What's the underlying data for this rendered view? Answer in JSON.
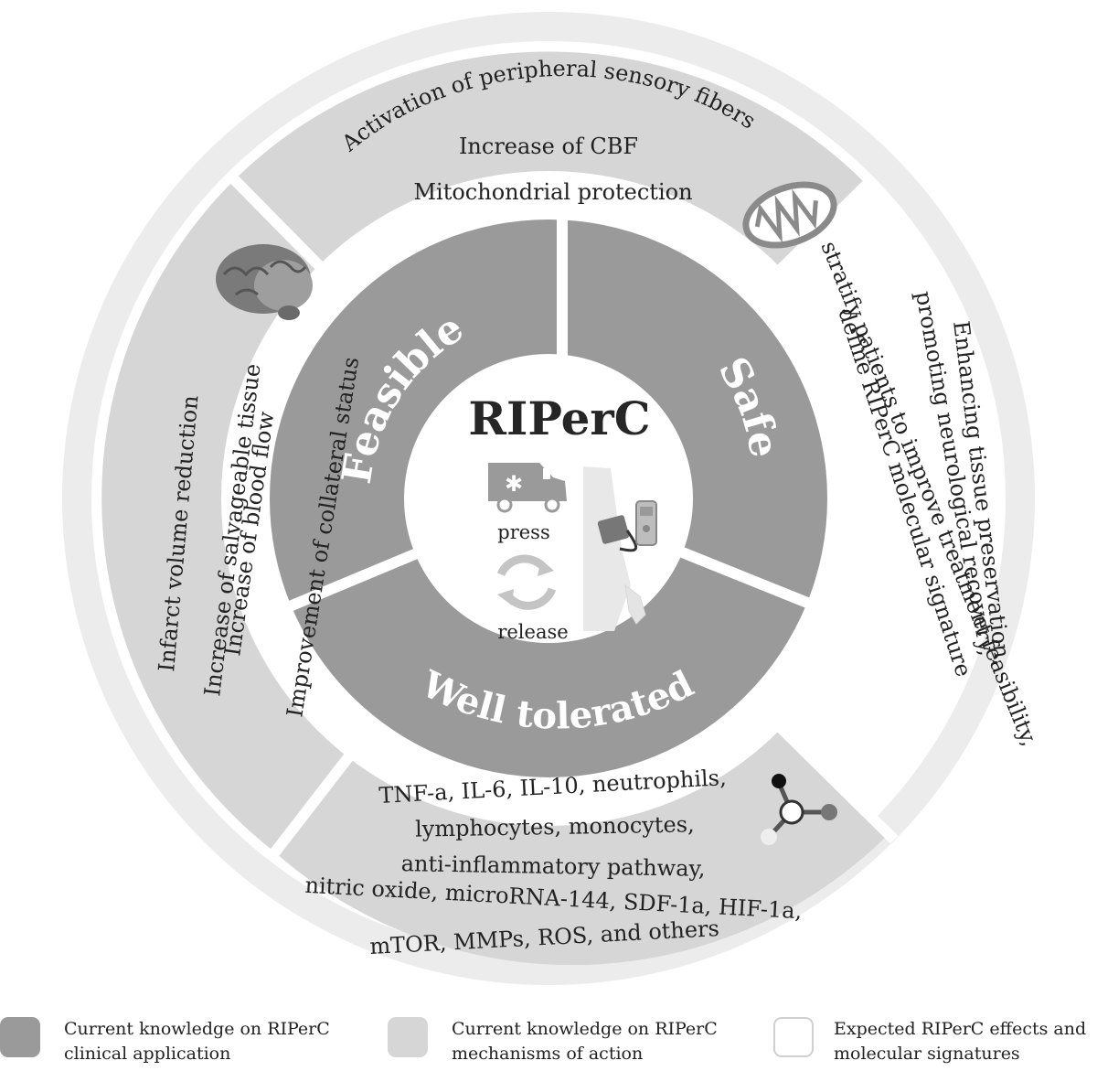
{
  "center": {
    "title": "RIPerC",
    "press_label": "press",
    "release_label": "release",
    "icons": [
      "ambulance-icon",
      "cycle-arrows-icon",
      "arm-cuff-device-icon"
    ]
  },
  "inner_ring": {
    "feasible": "Feasible",
    "safe": "Safe",
    "well_tolerated": "Well tolerated"
  },
  "outer_ring": {
    "top": {
      "lines": [
        "Activation of peripheral sensory fibers",
        "Increase of CBF",
        "Mitochondrial protection"
      ],
      "icon": "mitochondrion-icon"
    },
    "left": {
      "lines": [
        "Infarct volume reduction",
        "Increase of salvageable tissue",
        "Increase of blood flow",
        "Improvement of collateral status"
      ],
      "icon": "brain-icon"
    },
    "bottom": {
      "lines": [
        "TNF-a, IL-6, IL-10, neutrophils,",
        "lymphocytes, monocytes,",
        "anti-inflammatory pathway,",
        "nitric oxide, microRNA-144, SDF-1a, HIF-1a,",
        "mTOR, MMPs, ROS, and others"
      ],
      "icon": "molecule-icon"
    },
    "right": {
      "lines": [
        "Enhancing tissue preservation,",
        "promoting neurological recovery,",
        "stratify patients to improve treatment feasibility,",
        "define RIPerC molecular signature"
      ]
    }
  },
  "legend": [
    {
      "line1": "Current knowledge on RIPerC",
      "line2": "clinical application",
      "color": "#9a9a9a"
    },
    {
      "line1": "Current knowledge on RIPerC",
      "line2": "mechanisms of action",
      "color": "#d6d6d6"
    },
    {
      "line1": "Expected RIPerC effects and",
      "line2": "molecular signatures",
      "color": "#ffffff"
    }
  ],
  "colors": {
    "dark_segment": "#9a9a9a",
    "light_segment": "#d6d6d6",
    "outer_ring": "#ececec",
    "text": "#222222"
  }
}
